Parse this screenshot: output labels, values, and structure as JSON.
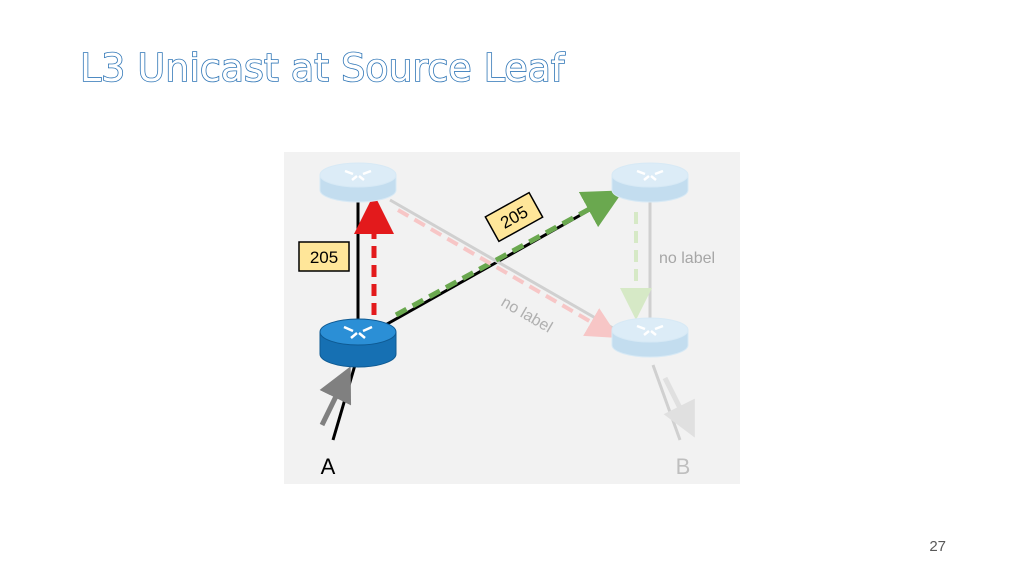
{
  "slide": {
    "title": "L3 Unicast at Source Leaf",
    "page_number": "27"
  },
  "diagram": {
    "labels": {
      "left_label": "205",
      "cross_label": "205",
      "right_no_label": "no label",
      "diag_no_label": "no label"
    },
    "hosts": {
      "source": "A",
      "destination": "B"
    },
    "colors": {
      "active_router": "#1f80c8",
      "faded_router": "#cfe6f5",
      "red_path": "#e31a1c",
      "green_path": "#6aa84f",
      "label_fill": "#ffe699",
      "faded_text": "#a6a6a6"
    }
  }
}
